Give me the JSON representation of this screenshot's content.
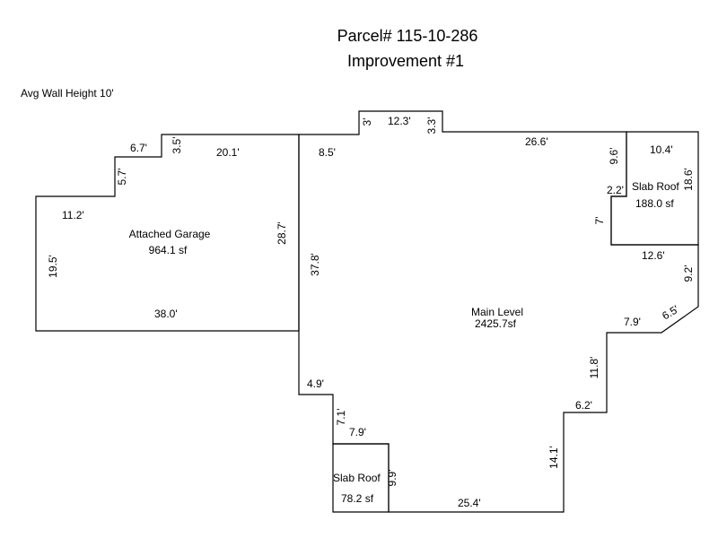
{
  "header": {
    "parcel": "Parcel# 115-10-286",
    "improvement": "Improvement #1"
  },
  "note": "Avg Wall Height 10'",
  "areas": {
    "garage": {
      "name": "Attached Garage",
      "area": "964.1 sf"
    },
    "main": {
      "name": "Main Level",
      "area": "2425.7sf"
    },
    "slab_right": {
      "name": "Slab Roof",
      "area": "188.0 sf"
    },
    "slab_bottom": {
      "name": "Slab Roof",
      "area": "78.2 sf"
    }
  },
  "dimensions": {
    "garage_top_step": "6.7'",
    "garage_step_rise_1": "3.5'",
    "garage_top": "20.1'",
    "garage_step_rise_2": "5.7'",
    "garage_left_top": "11.2'",
    "garage_left": "19.5'",
    "garage_right": "28.7'",
    "garage_bottom": "38.0'",
    "bump_left": "3'",
    "bump_top": "12.3'",
    "bump_right": "3.3'",
    "main_top_left": "8.5'",
    "main_top_right": "26.6'",
    "main_left": "37.8'",
    "main_right_upper": "9.6'",
    "main_right_jog": "2.2'",
    "main_right_lower": "7'",
    "slab_right_top": "10.4'",
    "slab_right_side": "18.6'",
    "slab_right_bottom": "12.6'",
    "main_right_bottom_side": "9.2'",
    "main_angle": "6.5'",
    "main_step_7_9": "7.9'",
    "main_step_11_8": "11.8'",
    "main_step_6_2": "6.2'",
    "main_step_14_1": "14.1'",
    "main_left_jog": "4.9'",
    "main_left_lower": "7.1'",
    "slab_bottom_top": "7.9'",
    "slab_bottom_side": "9.9'",
    "main_bottom": "25.4'"
  }
}
